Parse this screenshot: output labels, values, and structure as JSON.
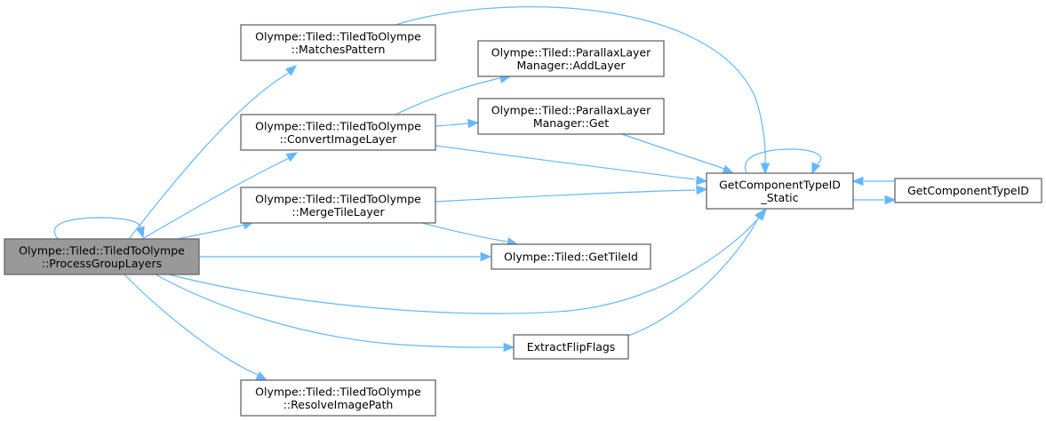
{
  "diagram": {
    "type": "call-graph",
    "edge_color": "#63b8ff",
    "root_fill": "#999999",
    "nodes": [
      {
        "id": "process",
        "lines": [
          "Olympe::Tiled::TiledToOlympe",
          "::ProcessGroupLayers"
        ],
        "root": true
      },
      {
        "id": "matches",
        "lines": [
          "Olympe::Tiled::TiledToOlympe",
          "::MatchesPattern"
        ]
      },
      {
        "id": "convert",
        "lines": [
          "Olympe::Tiled::TiledToOlympe",
          "::ConvertImageLayer"
        ]
      },
      {
        "id": "merge",
        "lines": [
          "Olympe::Tiled::TiledToOlympe",
          "::MergeTileLayer"
        ]
      },
      {
        "id": "resolve",
        "lines": [
          "Olympe::Tiled::TiledToOlympe",
          "::ResolveImagePath"
        ]
      },
      {
        "id": "addlayer",
        "lines": [
          "Olympe::Tiled::ParallaxLayer",
          "Manager::AddLayer"
        ]
      },
      {
        "id": "get",
        "lines": [
          "Olympe::Tiled::ParallaxLayer",
          "Manager::Get"
        ]
      },
      {
        "id": "gettileid",
        "lines": [
          "Olympe::Tiled::GetTileId"
        ]
      },
      {
        "id": "flip",
        "lines": [
          "ExtractFlipFlags"
        ]
      },
      {
        "id": "static",
        "lines": [
          "GetComponentTypeID",
          "_Static"
        ]
      },
      {
        "id": "gcti",
        "lines": [
          "GetComponentTypeID"
        ]
      }
    ],
    "edges": [
      {
        "from": "process",
        "to": "process"
      },
      {
        "from": "process",
        "to": "matches"
      },
      {
        "from": "process",
        "to": "convert"
      },
      {
        "from": "process",
        "to": "merge"
      },
      {
        "from": "process",
        "to": "gettileid"
      },
      {
        "from": "process",
        "to": "static"
      },
      {
        "from": "process",
        "to": "flip"
      },
      {
        "from": "process",
        "to": "resolve"
      },
      {
        "from": "matches",
        "to": "static"
      },
      {
        "from": "convert",
        "to": "addlayer"
      },
      {
        "from": "convert",
        "to": "get"
      },
      {
        "from": "convert",
        "to": "static"
      },
      {
        "from": "get",
        "to": "static"
      },
      {
        "from": "merge",
        "to": "static"
      },
      {
        "from": "merge",
        "to": "gettileid"
      },
      {
        "from": "flip",
        "to": "static"
      },
      {
        "from": "static",
        "to": "static"
      },
      {
        "from": "static",
        "to": "gcti"
      },
      {
        "from": "gcti",
        "to": "static"
      }
    ]
  }
}
